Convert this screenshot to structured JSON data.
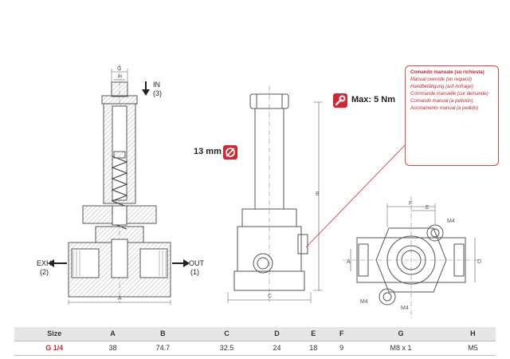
{
  "left_view": {
    "in_label": "IN",
    "in_num": "(3)",
    "exh_label": "EXH",
    "exh_num": "(2)",
    "out_label": "OUT",
    "out_num": "(1)",
    "dim_g": "G",
    "dim_h": "H",
    "dim_a": "A"
  },
  "middle_view": {
    "torque_label": "Max: 5 Nm",
    "width_label": "13 mm",
    "dim_b": "B",
    "dim_c": "C"
  },
  "right_view": {
    "dim_e": "E",
    "dim_f": "F",
    "dim_a": "A",
    "dim_d": "D",
    "m4_top": "M4",
    "m4_bottom_left": "M4",
    "m4_bottom": "M4"
  },
  "callout": {
    "title": "Comando manuale (su richiesta)",
    "lines": [
      "Manual override (on request)",
      "Handbetätigung (auf Anfrage)",
      "Commande manuelle (sur demande)",
      "Comando manual (a petición)",
      "Acionamento manual (a pedido)"
    ]
  },
  "table": {
    "headers": [
      "Size",
      "A",
      "B",
      "C",
      "D",
      "E",
      "F",
      "G",
      "H"
    ],
    "row": [
      "G 1/4",
      "38",
      "74.7",
      "32.5",
      "24",
      "18",
      "9",
      "M8 x 1",
      "M5"
    ]
  },
  "colors": {
    "accent": "#d22630",
    "line": "#555555",
    "hatch": "#999999"
  }
}
